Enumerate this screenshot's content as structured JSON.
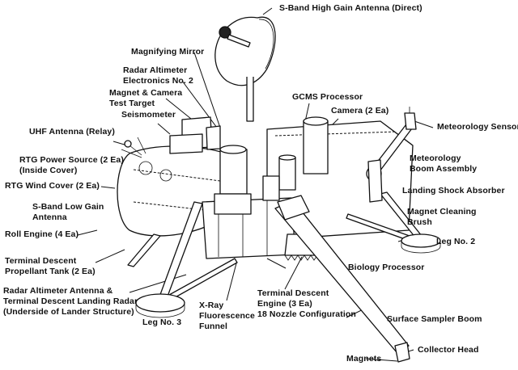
{
  "title": "Viking Lander Components",
  "labels": {
    "s_band_high_gain": "S-Band High Gain Antenna (Direct)",
    "magnifying_mirror": "Magnifying Mirror",
    "radar_alt_electronics": "Radar Altimeter\nElectronics No. 2",
    "magnet_camera_target": "Magnet & Camera\nTest Target",
    "seismometer": "Seismometer",
    "gcms_processor": "GCMS Processor",
    "camera": "Camera (2 Ea)",
    "meteorology_sensors": "Meteorology Sensors",
    "uhf_antenna": "UHF Antenna (Relay)",
    "rtg_power_source": "RTG Power Source (2 Ea)\n(Inside Cover)",
    "meteorology_boom": "Meteorology\nBoom Assembly",
    "rtg_wind_cover": "RTG Wind Cover (2 Ea)",
    "landing_shock_absorber": "Landing Shock Absorber",
    "s_band_low_gain": "S-Band Low Gain\nAntenna",
    "magnet_cleaning_brush": "Magnet Cleaning\nBrush",
    "roll_engine": "Roll Engine (4 Ea)",
    "leg_no_2": "Leg No. 2",
    "terminal_descent_tank": "Terminal Descent\nPropellant Tank (2 Ea)",
    "biology_processor": "Biology Processor",
    "radar_alt_antenna": "Radar Altimeter Antenna &\nTerminal Descent Landing Radar\n(Underside of Lander Structure)",
    "terminal_descent_engine": "Terminal Descent\nEngine (3 Ea)\n18 Nozzle Configuration",
    "xray_funnel": "X-Ray\nFluorescence\nFunnel",
    "leg_no_3": "Leg No. 3",
    "surface_sampler_boom": "Surface Sampler Boom",
    "collector_head": "Collector Head",
    "magnets": "Magnets"
  }
}
